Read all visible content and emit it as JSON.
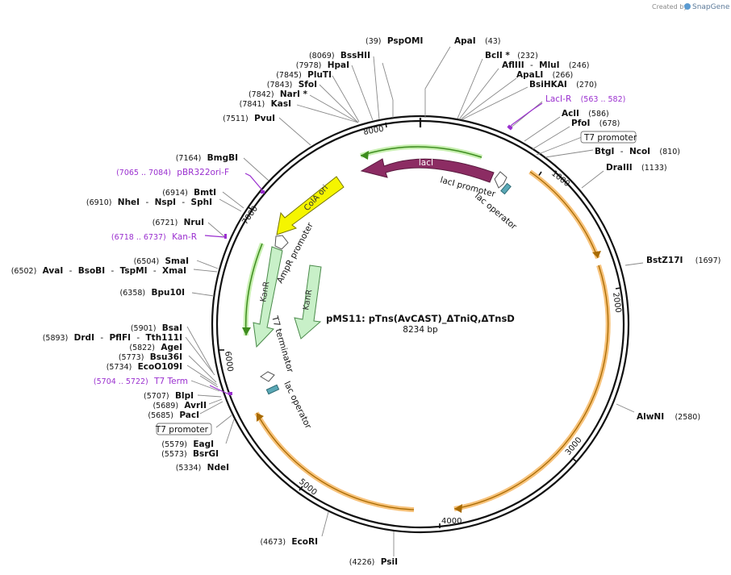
{
  "brand": {
    "prefix": "Created by",
    "name": "SnapGene"
  },
  "plasmid": {
    "name": "pMS11: pTns(AvCAST)_ΔTniQ,ΔTnsD",
    "length": "8234 bp"
  },
  "ruler": [
    "1000",
    "2000",
    "3000",
    "4000",
    "5000",
    "6000",
    "7000",
    "8000"
  ],
  "sites": [
    {
      "name": "PspOMI",
      "pos": "(39)"
    },
    {
      "name": "ApaI",
      "pos": "(43)"
    },
    {
      "name": "BclI *",
      "pos": "(232)"
    },
    {
      "name": "AflIII",
      "pos": "(246)",
      "co": "MluI"
    },
    {
      "name": "ApaLI",
      "pos": "(266)"
    },
    {
      "name": "BsiHKAI",
      "pos": "(270)"
    },
    {
      "name": "LacI-R",
      "pos": "(563 .. 582)"
    },
    {
      "name": "AclI",
      "pos": "(586)"
    },
    {
      "name": "PfoI",
      "pos": "(678)"
    },
    {
      "name": "T7 promoter"
    },
    {
      "name": "BtgI",
      "pos": "(810)",
      "co": "NcoI"
    },
    {
      "name": "DraIII",
      "pos": "(1133)"
    },
    {
      "name": "BstZ17I",
      "pos": "(1697)"
    },
    {
      "name": "AlwNI",
      "pos": "(2580)"
    },
    {
      "name": "PsiI",
      "pos": "(4226)"
    },
    {
      "name": "EcoRI",
      "pos": "(4673)"
    },
    {
      "name": "NdeI",
      "pos": "(5334)"
    },
    {
      "name": "BsrGI",
      "pos": "(5573)"
    },
    {
      "name": "EagI",
      "pos": "(5579)"
    },
    {
      "name": "T7 promoter"
    },
    {
      "name": "PacI",
      "pos": "(5685)"
    },
    {
      "name": "AvrII",
      "pos": "(5689)"
    },
    {
      "name": "BlpI",
      "pos": "(5707)"
    },
    {
      "name": "T7 Term",
      "pos": "(5704 .. 5722)"
    },
    {
      "name": "EcoO109I",
      "pos": "(5734)"
    },
    {
      "name": "Bsu36I",
      "pos": "(5773)"
    },
    {
      "name": "AgeI",
      "pos": "(5822)"
    },
    {
      "name": "DrdI",
      "pos": "(5893)",
      "co": "PflFI",
      "co2": "Tth111I"
    },
    {
      "name": "BsaI",
      "pos": "(5901)"
    },
    {
      "name": "Bpu10I",
      "pos": "(6358)"
    },
    {
      "name": "AvaI",
      "pos": "(6502)",
      "co": "BsoBI",
      "co2": "TspMI",
      "co3": "XmaI"
    },
    {
      "name": "SmaI",
      "pos": "(6504)"
    },
    {
      "name": "Kan-R",
      "pos": "(6718 .. 6737)"
    },
    {
      "name": "NruI",
      "pos": "(6721)"
    },
    {
      "name": "NheI",
      "pos": "(6910)",
      "co": "NspI",
      "co2": "SphI"
    },
    {
      "name": "BmtI",
      "pos": "(6914)"
    },
    {
      "name": "pBR322ori-F",
      "pos": "(7065 .. 7084)"
    },
    {
      "name": "BmgBI",
      "pos": "(7164)"
    },
    {
      "name": "PvuI",
      "pos": "(7511)"
    },
    {
      "name": "KasI",
      "pos": "(7841)"
    },
    {
      "name": "NarI *",
      "pos": "(7842)"
    },
    {
      "name": "SfoI",
      "pos": "(7843)"
    },
    {
      "name": "PluTI",
      "pos": "(7845)"
    },
    {
      "name": "HpaI",
      "pos": "(7978)"
    },
    {
      "name": "BssHII",
      "pos": "(8069)"
    }
  ],
  "features": {
    "lacI": "lacI",
    "lacI_promoter": "lacI promoter",
    "lac_operator_1": "lac operator",
    "colA_ori": "ColA ori",
    "ampR_promoter": "AmpR promoter",
    "kanR_1": "KanR",
    "kanR_2": "KanR",
    "t7_terminator": "T7 terminator",
    "lac_operator_2": "lac operator"
  },
  "colors": {
    "backbone": "#111111",
    "lacI": "#8c2c63",
    "colA_ori": "#f5f500",
    "kanR": "#c8f0c8",
    "orf_orange": "#f7c27a",
    "orf_green": "#c7efb0",
    "operator": "#5aa8b6",
    "primer": "#9a2fcf"
  }
}
